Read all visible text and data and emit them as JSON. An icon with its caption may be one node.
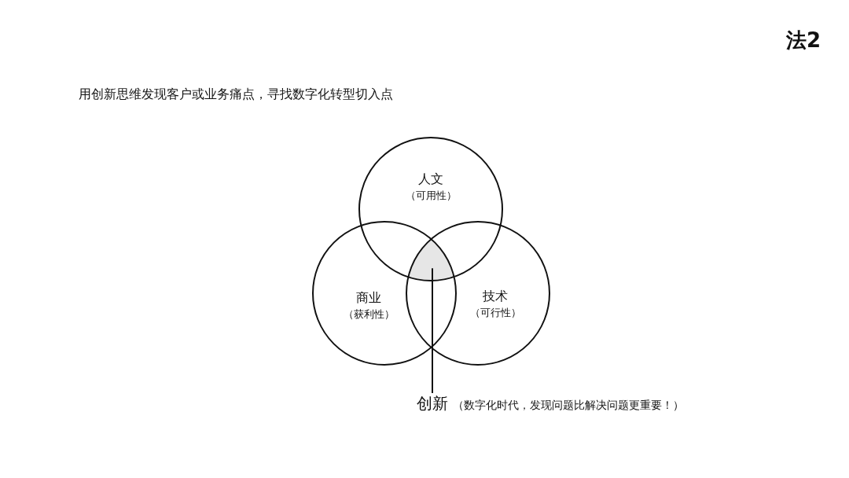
{
  "diagram": {
    "nodes": [
      {
        "text": [
          "人文",
          "（可用性）"
        ]
      },
      {
        "text": [
          "商业",
          "（获利性）"
        ]
      },
      {
        "text": [
          "技术",
          "（可行性）"
        ]
      },
      {
        "text": [],
        "shape": "lens"
      },
      {
        "text": [
          "创新"
        ],
        "beside": [
          "（数字化时代，发现问题比解决问题更重要！）"
        ]
      }
    ],
    "edges": [
      {
        "from": 4,
        "to": 3,
        "arrow": "none"
      }
    ],
    "labels": [
      "法2",
      "用创新思维发现客户或业务痛点，寻找数字化转型切入点"
    ]
  }
}
